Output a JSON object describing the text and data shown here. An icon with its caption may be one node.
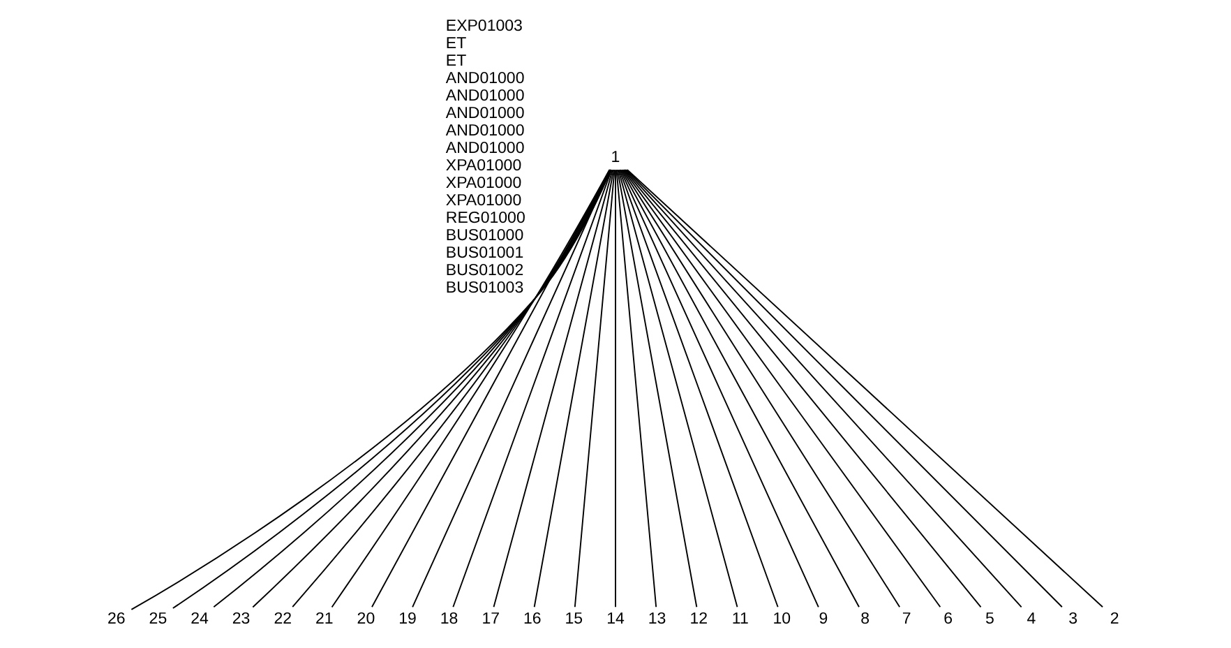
{
  "diagram": {
    "nodes": [
      {
        "text": [
          "1"
        ]
      },
      {
        "text": [
          "26"
        ]
      },
      {
        "text": [
          "25"
        ]
      },
      {
        "text": [
          "24"
        ]
      },
      {
        "text": [
          "23"
        ]
      },
      {
        "text": [
          "22"
        ]
      },
      {
        "text": [
          "21"
        ]
      },
      {
        "text": [
          "20"
        ]
      },
      {
        "text": [
          "19"
        ]
      },
      {
        "text": [
          "18"
        ]
      },
      {
        "text": [
          "17"
        ]
      },
      {
        "text": [
          "16"
        ]
      },
      {
        "text": [
          "15"
        ]
      },
      {
        "text": [
          "14"
        ]
      },
      {
        "text": [
          "13"
        ]
      },
      {
        "text": [
          "12"
        ]
      },
      {
        "text": [
          "11"
        ]
      },
      {
        "text": [
          "10"
        ]
      },
      {
        "text": [
          "9"
        ]
      },
      {
        "text": [
          "8"
        ]
      },
      {
        "text": [
          "7"
        ]
      },
      {
        "text": [
          "6"
        ]
      },
      {
        "text": [
          "5"
        ]
      },
      {
        "text": [
          "4"
        ]
      },
      {
        "text": [
          "3"
        ]
      },
      {
        "text": [
          "2"
        ]
      }
    ],
    "edges": [
      {
        "from": 0,
        "to": 1,
        "arrow": "none"
      },
      {
        "from": 0,
        "to": 2,
        "arrow": "none"
      },
      {
        "from": 0,
        "to": 3,
        "arrow": "none"
      },
      {
        "from": 0,
        "to": 4,
        "arrow": "none"
      },
      {
        "from": 0,
        "to": 5,
        "arrow": "none"
      },
      {
        "from": 0,
        "to": 6,
        "arrow": "none"
      },
      {
        "from": 0,
        "to": 7,
        "arrow": "none"
      },
      {
        "from": 0,
        "to": 8,
        "arrow": "none"
      },
      {
        "from": 0,
        "to": 9,
        "arrow": "none"
      },
      {
        "from": 0,
        "to": 10,
        "arrow": "none"
      },
      {
        "from": 0,
        "to": 11,
        "arrow": "none"
      },
      {
        "from": 0,
        "to": 12,
        "arrow": "none"
      },
      {
        "from": 0,
        "to": 13,
        "arrow": "none"
      },
      {
        "from": 0,
        "to": 14,
        "arrow": "none"
      },
      {
        "from": 0,
        "to": 15,
        "arrow": "none"
      },
      {
        "from": 0,
        "to": 16,
        "arrow": "none"
      },
      {
        "from": 0,
        "to": 17,
        "arrow": "none"
      },
      {
        "from": 0,
        "to": 18,
        "arrow": "none"
      },
      {
        "from": 0,
        "to": 19,
        "arrow": "none"
      },
      {
        "from": 0,
        "to": 20,
        "arrow": "none"
      },
      {
        "from": 0,
        "to": 21,
        "arrow": "none"
      },
      {
        "from": 0,
        "to": 22,
        "arrow": "none"
      },
      {
        "from": 0,
        "to": 23,
        "arrow": "none"
      },
      {
        "from": 0,
        "to": 24,
        "arrow": "none"
      },
      {
        "from": 0,
        "to": 25,
        "arrow": "none"
      }
    ],
    "labels": [
      "EXP01003",
      "ET",
      "ET",
      "AND01000",
      "AND01000",
      "AND01000",
      "AND01000",
      "AND01000",
      "XPA01000",
      "XPA01000",
      "XPA01000",
      "REG01000",
      "BUS01000",
      "BUS01001",
      "BUS01002",
      "BUS01003"
    ]
  }
}
